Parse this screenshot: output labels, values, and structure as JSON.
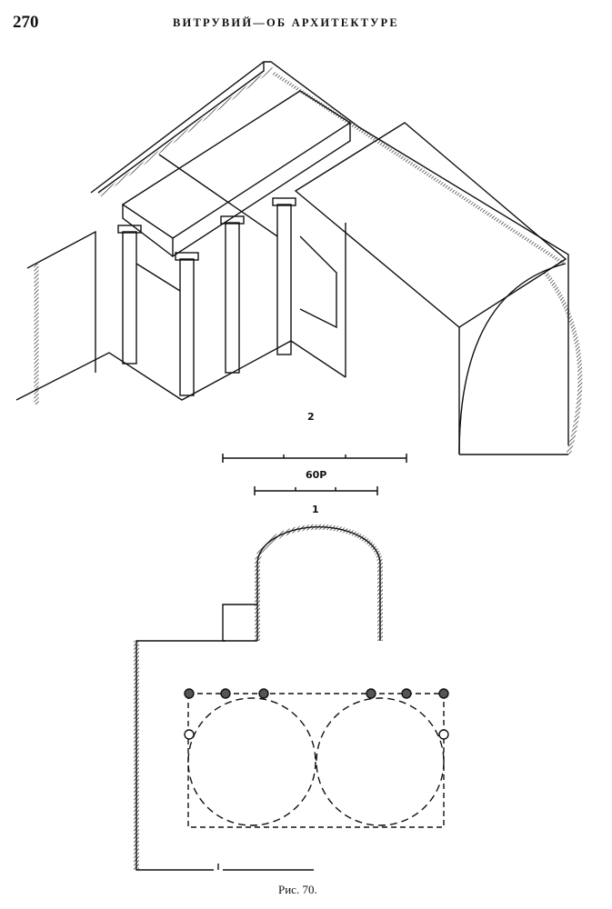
{
  "page": {
    "number": "270",
    "running_head": "ВИТРУВИЙ—ОБ АРХИТЕКТУРЕ",
    "caption": "Рис. 70."
  },
  "figure": {
    "label_section": "2",
    "label_plan": "1",
    "scale_label": "60Р"
  }
}
